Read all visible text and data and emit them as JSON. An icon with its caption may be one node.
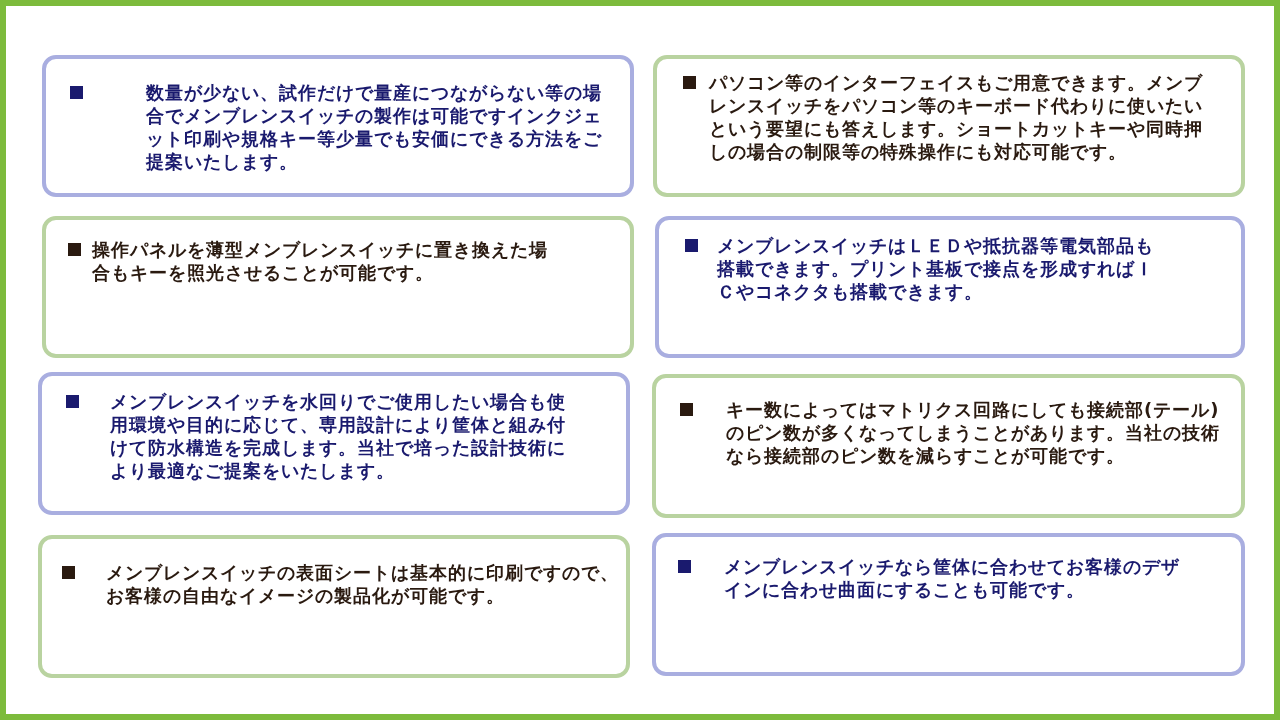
{
  "diagram": {
    "nodes": [
      {
        "text": [
          "数量が少ない、試作だけで量産につながらない等の場合でメンブレンスイッチの製作は可能ですインクジェット印刷や規格キー等少量でも安価にできる方法をご提案いたします。"
        ]
      },
      {
        "text": [
          "パソコン等のインターフェイスもご用意できます。メンブレンスイッチをパソコン等のキーボード代わりに使いたいという要望にも答えします。ショートカットキーや同時押しの場合の制限等の特殊操作にも対応可能です。"
        ]
      },
      {
        "text": [
          "操作パネルを薄型メンブレンスイッチに置き換えた場合もキーを照光させることが可能です。"
        ]
      },
      {
        "text": [
          "メンブレンスイッチはＬＥＤや抵抗器等電気部品も搭載できます。プリント基板で接点を形成すればＩＣやコネクタも搭載できます。"
        ]
      },
      {
        "text": [
          "メンブレンスイッチを水回りでご使用したい場合も使用環境や目的に応じて、専用設計により筐体と組み付けて防水構造を完成します。当社で培った設計技術により最適なご提案をいたします。"
        ]
      },
      {
        "text": [
          "キー数によってはマトリクス回路にしても接続部(テール)のピン数が多くなってしまうことがあります。当社の技術なら接続部のピン数を減らすことが可能です。"
        ]
      },
      {
        "text": [
          "メンブレンスイッチの表面シートは基本的に印刷ですので、お客様の自由なイメージの製品化が可能です。"
        ]
      },
      {
        "text": [
          "メンブレンスイッチなら筐体に合わせてお客様のデザインに合わせ曲面にすることも可能です。"
        ]
      }
    ]
  }
}
